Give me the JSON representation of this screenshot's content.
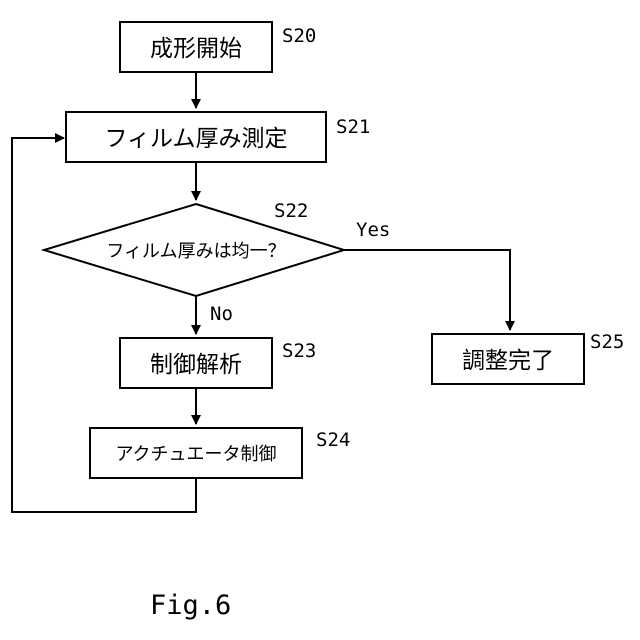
{
  "nodes": {
    "s20": {
      "text": "成形開始",
      "step": "S20"
    },
    "s21": {
      "text": "フィルム厚み測定",
      "step": "S21"
    },
    "s22": {
      "text": "フィルム厚みは均一？",
      "step": "S22"
    },
    "s23": {
      "text": "制御解析",
      "step": "S23"
    },
    "s24": {
      "text": "アクチュエータ制御",
      "step": "S24"
    },
    "s25": {
      "text": "調整完了",
      "step": "S25"
    }
  },
  "branches": {
    "yes": "Yes",
    "no": "No"
  },
  "caption": "Fig.6"
}
